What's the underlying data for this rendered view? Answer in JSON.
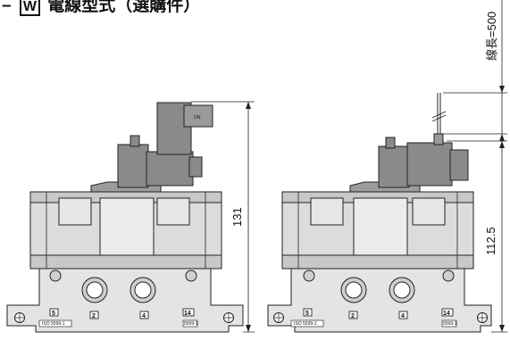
{
  "title": {
    "dash": "–",
    "box_letter": "W",
    "text": "電線型式（選購件）"
  },
  "dimensions": {
    "left_height": "131",
    "right_height": "112.5",
    "cable_length": "線長=500"
  },
  "ports": {
    "p5": "5",
    "p2": "2",
    "p4": "4",
    "p14": "14",
    "iso_label": "ISO 5599-1",
    "iso_short": "5599-1"
  },
  "colors": {
    "solenoid_gray": "#8a8a8a",
    "body_light": "#e0e0e0",
    "body_mid": "#d4d4d4",
    "line": "#222222"
  }
}
